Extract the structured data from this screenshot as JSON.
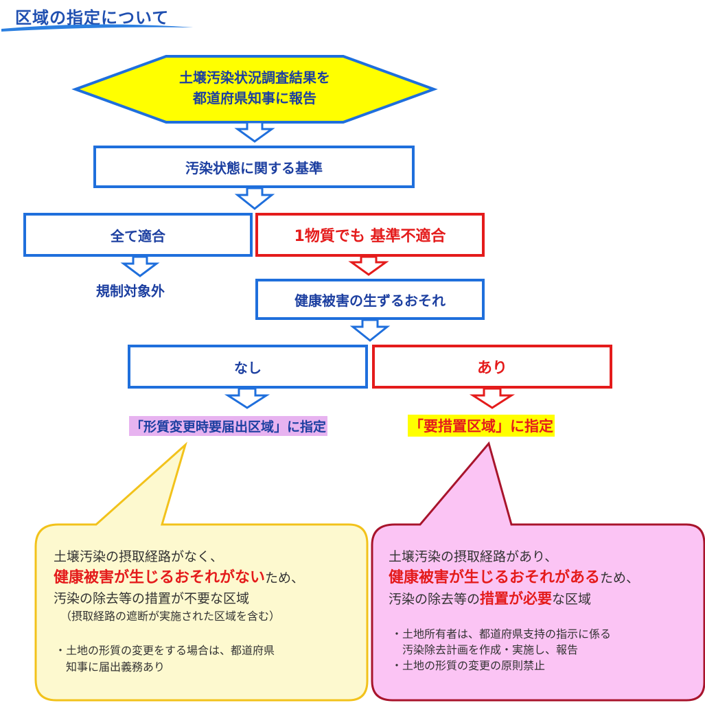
{
  "title": "区域の指定について",
  "flow": {
    "start": {
      "line1": "土壌汚染状況調査結果を",
      "line2": "都道府県知事に報告"
    },
    "criteria": "汚染状態に関する基準",
    "all_ok": "全て適合",
    "non_compliant": "1物質でも  基準不適合",
    "excluded": "規制対象外",
    "risk": "健康被害の生ずるおそれ",
    "none": "なし",
    "exists": "あり",
    "designation_change": "「形質変更時要届出区域」に指定",
    "designation_action": "「要措置区域」に指定"
  },
  "bubble_left": {
    "line1": "土壌汚染の摂取経路がなく、",
    "line2_em": "健康被害が生じるおそれがない",
    "line2_rest": "ため、",
    "line3": "汚染の除去等の措置が不要な区域",
    "line4": "（摂取経路の遮断が実施された区域を含む）",
    "note1": "・土地の形質の変更をする場合は、都道府県",
    "note2": "知事に届出義務あり"
  },
  "bubble_right": {
    "line1": "土壌汚染の摂取経路があり、",
    "line2_em": "健康被害が生じるおそれがある",
    "line2_rest": "ため、",
    "line3_pre": "汚染の除去等の",
    "line3_em": "措置が必要",
    "line3_post": "な区域",
    "note1": "・土地所有者は、都道府県支持の指示に係る",
    "note2": "汚染除去計画を作成・実施し、報告",
    "note3": "・土地の形質の変更の原則禁止"
  },
  "colors": {
    "blue_border": "#1f6fdc",
    "blue_text": "#1c3fa0",
    "red": "#e41b1b",
    "start_fill": "#ffff00",
    "highlight_purple": "#e7b3f0",
    "highlight_yellow": "#ffff00",
    "bubble_left_fill": "#fdf9cf",
    "bubble_left_border": "#f2c21b",
    "bubble_right_fill": "#fbc4f4",
    "bubble_right_border": "#a8142c"
  }
}
